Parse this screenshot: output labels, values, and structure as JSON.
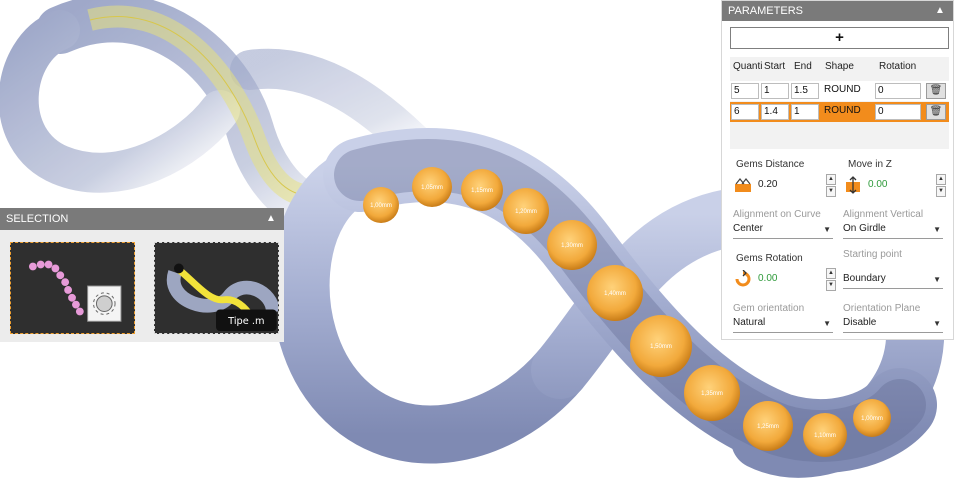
{
  "selection_panel": {
    "title": "SELECTION",
    "thumbnails": [
      {
        "name": "pearl-chain-thumbnail"
      },
      {
        "name": "curve-path-thumbnail",
        "overlay_text": "Tipe .m"
      }
    ]
  },
  "parameters_panel": {
    "title": "PARAMETERS",
    "add_label": "+",
    "table": {
      "headers": [
        "Quanti",
        "Start",
        "End",
        "Shape",
        "Rotation"
      ],
      "rows": [
        {
          "quantity": "5",
          "start": "1",
          "end": "1.5",
          "shape": "ROUND",
          "rotation": "0"
        },
        {
          "quantity": "6",
          "start": "1.4",
          "end": "1",
          "shape": "ROUND",
          "rotation": "0"
        }
      ],
      "selected_row": 1
    },
    "gems_distance": {
      "label": "Gems Distance",
      "value": "0.20"
    },
    "move_in_z": {
      "label": "Move in Z",
      "value": "0.00"
    },
    "alignment_on_curve": {
      "label": "Alignment on Curve",
      "value": "Center"
    },
    "alignment_vertical": {
      "label": "Alignment Vertical",
      "value": "On Girdle"
    },
    "gems_rotation": {
      "label": "Gems Rotation",
      "value": "0.00"
    },
    "starting_point": {
      "label": "Starting point",
      "value": "Boundary"
    },
    "gem_orientation": {
      "label": "Gem orientation",
      "value": "Natural"
    },
    "orientation_plane": {
      "label": "Orientation Plane",
      "value": "Disable"
    }
  },
  "viewport": {
    "gem_labels": [
      "1,00mm",
      "1,05mm",
      "1,15mm",
      "1,20mm",
      "1,30mm",
      "1,40mm",
      "1,50mm",
      "1,35mm",
      "1,25mm",
      "1,10mm",
      "1,00mm"
    ]
  },
  "colors": {
    "tube": "#a9b3d4",
    "gem": "#f2a93b",
    "selection_accent": "#f28c1c",
    "header": "#7a7a7a"
  }
}
